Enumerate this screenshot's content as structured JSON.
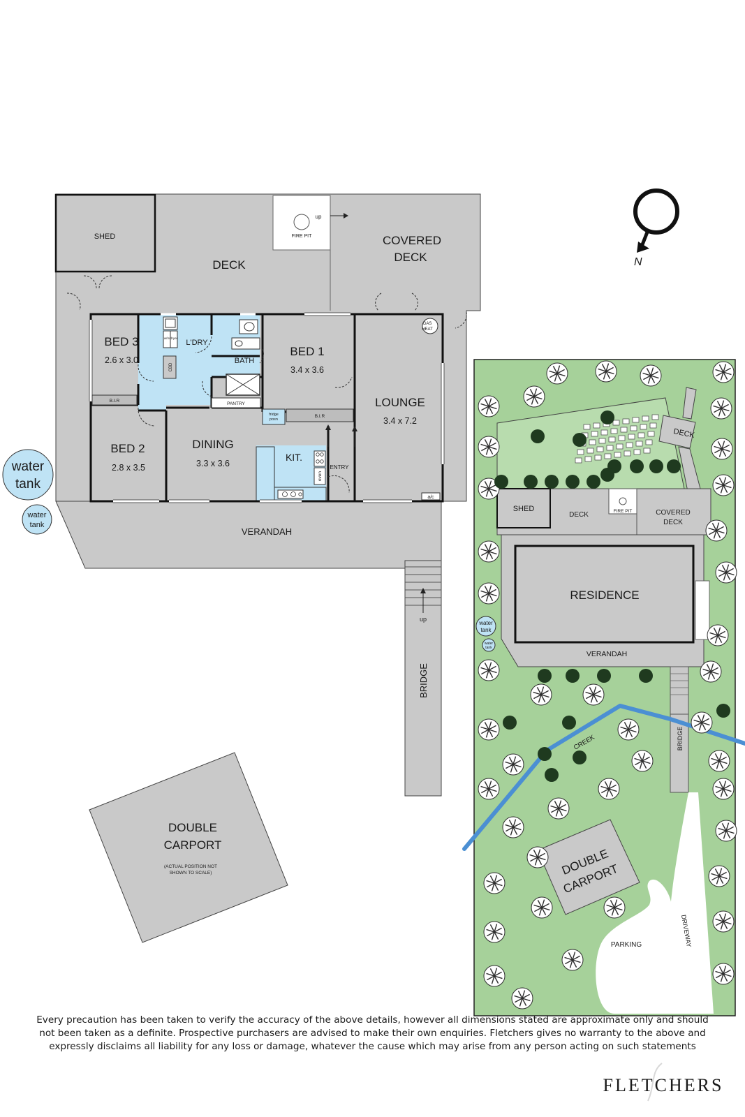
{
  "compass": {
    "label": "N"
  },
  "floorplan": {
    "shed": "SHED",
    "deck": "DECK",
    "fire_pit": "FIRE PIT",
    "up": "up",
    "covered_deck_line1": "COVERED",
    "covered_deck_line2": "DECK",
    "bed3": {
      "name": "BED 3",
      "size": "2.6 x 3.0"
    },
    "bed1": {
      "name": "BED 1",
      "size": "3.4 x 3.6"
    },
    "bed2": {
      "name": "BED 2",
      "size": "2.8 x 3.5"
    },
    "dining": {
      "name": "DINING",
      "size": "3.3 x 3.6"
    },
    "lounge": {
      "name": "LOUNGE",
      "size": "3.4 x 7.2"
    },
    "laundry": "L'DRY",
    "bath": "BATH",
    "pantry": "PANTRY",
    "bir": "B.I.R",
    "cbd": "CBD",
    "kitchen": "KIT.",
    "entry": "ENTRY",
    "oven": "oven",
    "fridge_line1": "fridge",
    "fridge_line2": "posn",
    "gas_heat_line1": "GAS",
    "gas_heat_line2": "HEAT",
    "ac": "a/c",
    "wm_line1": "w/m",
    "wm_line2": "dryer",
    "verandah": "VERANDAH",
    "bridge": "BRIDGE",
    "water_tank_large_line1": "water",
    "water_tank_large_line2": "tank",
    "water_tank_small_line1": "water",
    "water_tank_small_line2": "tank",
    "carport_line1": "DOUBLE",
    "carport_line2": "CARPORT",
    "carport_note_line1": "(ACTUAL POSITION NOT",
    "carport_note_line2": "SHOWN TO SCALE)"
  },
  "siteplan": {
    "deck_top": "DECK",
    "shed": "SHED",
    "deck": "DECK",
    "fire_pit": "FIRE PIT",
    "covered_deck_line1": "COVERED",
    "covered_deck_line2": "DECK",
    "residence": "RESIDENCE",
    "water_tank_line1": "water",
    "water_tank_line2": "tank",
    "water_tank_small_line1": "water",
    "water_tank_small_line2": "tank",
    "verandah": "VERANDAH",
    "creek": "CREEK",
    "bridge": "BRIDGE",
    "carport_line1": "DOUBLE",
    "carport_line2": "CARPORT",
    "parking": "PARKING",
    "driveway": "DRIVEWAY",
    "colors": {
      "grass": "#a6d19a",
      "creek": "#4b8fd3",
      "tree": "#2e2e2e"
    }
  },
  "colors": {
    "structure": "#c9c9c9",
    "wet_area": "#bfe3f5",
    "wall": "#111111"
  },
  "disclaimer": {
    "line1": "Every precaution has been taken to verify the accuracy of the above details, however all dimensions stated are approximate only and should",
    "line2": "not been taken as a definite. Prospective purchasers are advised to make their own enquiries. Fletchers gives no warranty to the above and",
    "line3": "expressly disclaims all liability for any loss or damage, whatever the cause which may arise from any person acting on such statements"
  },
  "brand": {
    "name": "FLETCHERS"
  }
}
